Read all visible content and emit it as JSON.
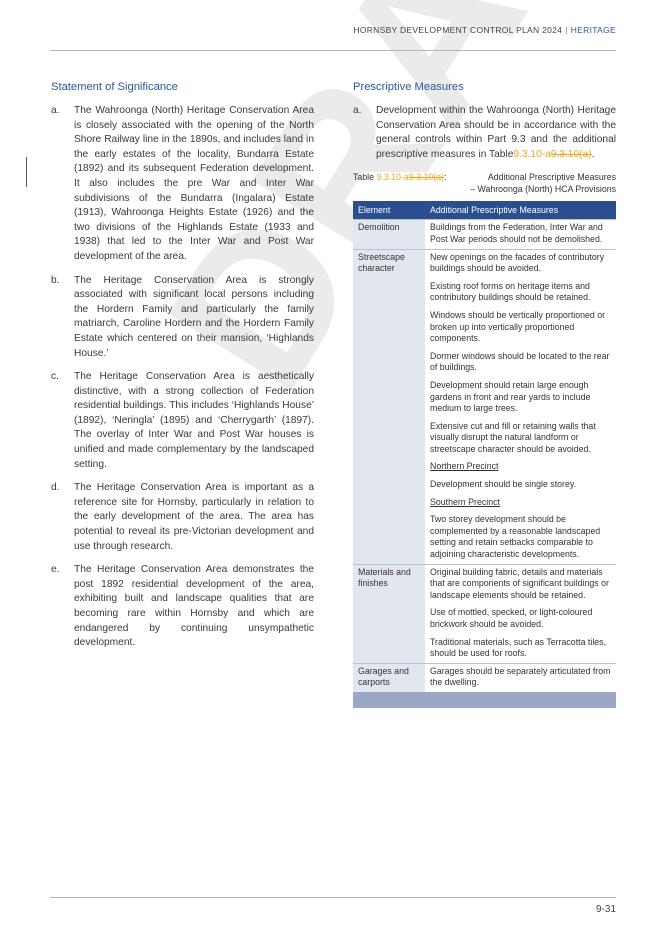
{
  "header": {
    "doc_title": "HORNSBY DEVELOPMENT CONTROL PLAN 2024",
    "separator": "|",
    "section": "HERITAGE"
  },
  "watermark": "DRAFT",
  "left": {
    "heading": "Statement of Significance",
    "items": [
      {
        "marker": "a.",
        "text": "The Wahroonga (North) Heritage Conservation Area is closely associated with the opening of the North Shore Railway line in the 1890s, and includes land in the early estates of the locality, Bundarra Estate (1892) and its subsequent Federation development. It also includes the pre War and Inter War subdivisions of the Bundarra (Ingalara) Estate (1913), Wahroonga Heights Estate (1926) and the two divisions of the Highlands Estate (1933 and 1938) that led to the Inter War and Post War development of the area."
      },
      {
        "marker": "b.",
        "text": "The Heritage Conservation Area is strongly associated with significant local persons including the Hordern Family and particularly the family matriarch, Caroline Hordern and the Hordern Family Estate which centered on their mansion, ‘Highlands House.’"
      },
      {
        "marker": "c.",
        "text": "The Heritage Conservation Area is aesthetically distinctive, with a strong collection of Federation residential buildings. This includes ‘Highlands House’ (1892), ‘Neringla’ (1895) and ‘Cherrygarth’ (1897). The overlay of Inter War and Post War houses is unified and made complementary by the landscaped setting."
      },
      {
        "marker": "d.",
        "text": "The Heritage Conservation Area is important as a reference site for Hornsby, particularly in relation to the early development of the area. The area has potential to reveal its pre-Victorian development and use through research."
      },
      {
        "marker": "e.",
        "text": "The Heritage Conservation Area demonstrates the post 1892 residential development of the area, exhibiting built and landscape qualities that are becoming rare within Hornsby and which are endangered by continuing unsympathetic development."
      }
    ]
  },
  "right": {
    "heading": "Prescriptive Measures",
    "item_a": {
      "marker": "a.",
      "text": "Development within the Wahroonga (North) Heritage Conservation Area should be in accordance with the general controls within Part 9.3 and the additional prescriptive measures in Table",
      "new_ref": "9.3.10-a",
      "old_ref": "9.3.10(a)",
      "end": "."
    },
    "table_caption": {
      "prefix": "Table ",
      "new_ref": "9.3.10-a",
      "old_ref": "9.3.10(a)",
      "colon": ":",
      "title_line1": "Additional Prescriptive Measures",
      "title_line2": "– Wahroonga (North) HCA Provisions"
    },
    "table": {
      "headers": [
        "Element",
        "Additional Prescriptive Measures"
      ],
      "rows": [
        {
          "element": "Demolition",
          "measures": [
            "Buildings from the Federation, Inter War and Post War periods should not be demolished."
          ]
        },
        {
          "element": "Streetscape character",
          "measures": [
            "New openings on the facades of contributory buildings should be avoided.",
            "Existing roof forms on heritage items and contributory buildings should be retained.",
            "Windows should be vertically proportioned or broken up into vertically proportioned components.",
            "Dormer windows should be located to the rear of buildings.",
            "Development should retain large enough gardens in front and rear yards to include medium to large trees.",
            "Extensive cut and fill or retaining walls that visually disrupt the natural landform or streetscape character should be avoided.",
            "Northern Precinct",
            "Development should be single storey.",
            "Southern Precinct",
            "Two storey development should be complemented by a reasonable landscaped setting and retain setbacks comparable to adjoining characteristic developments."
          ]
        },
        {
          "element": "Materials and finishes",
          "measures": [
            "Original building fabric, details and materials that are components of significant buildings or landscape elements should be retained.",
            "Use of mottled, specked, or light-coloured brickwork should be avoided.",
            "Traditional materials, such as Terracotta tiles, should be used for roofs."
          ]
        },
        {
          "element": "Garages and carports",
          "measures": [
            "Garages should be separately articulated from the dwelling."
          ]
        }
      ]
    }
  },
  "page_number": "9-31",
  "colors": {
    "accent_blue": "#2b5797",
    "table_header": "#2b4f8e",
    "table_element_bg": "#e2e6ee",
    "table_footer": "#9aa8c6",
    "tracked_change": "#e8a820"
  }
}
